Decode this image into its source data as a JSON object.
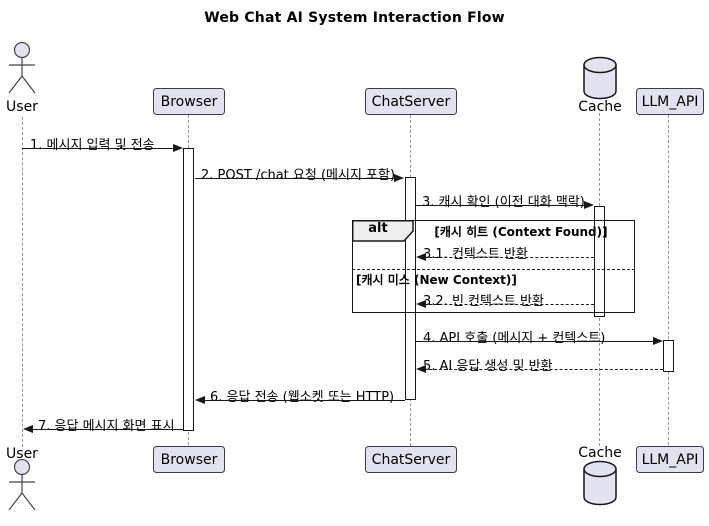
{
  "title": "Web Chat AI System Interaction Flow",
  "participants": [
    {
      "name": "User",
      "type": "actor"
    },
    {
      "name": "Browser",
      "type": "participant"
    },
    {
      "name": "ChatServer",
      "type": "participant"
    },
    {
      "name": "Cache",
      "type": "database"
    },
    {
      "name": "LLM_API",
      "type": "participant"
    }
  ],
  "messages": [
    {
      "label": "1. 메시지 입력 및 전송",
      "from": "User",
      "to": "Browser",
      "line": "solid"
    },
    {
      "label": "2. POST /chat 요청 (메시지 포함)",
      "from": "Browser",
      "to": "ChatServer",
      "line": "solid"
    },
    {
      "label": "3. 캐시 확인 (이전 대화 맥락)",
      "from": "ChatServer",
      "to": "Cache",
      "line": "solid"
    },
    {
      "label": "3.1. 컨텍스트 반환",
      "from": "Cache",
      "to": "ChatServer",
      "line": "dashed"
    },
    {
      "label": "3.2. 빈 컨텍스트 반환",
      "from": "Cache",
      "to": "ChatServer",
      "line": "dashed"
    },
    {
      "label": "4. API 호출 (메시지 + 컨텍스트)",
      "from": "ChatServer",
      "to": "LLM_API",
      "line": "solid"
    },
    {
      "label": "5. AI 응답 생성 및 반환",
      "from": "LLM_API",
      "to": "ChatServer",
      "line": "dashed"
    },
    {
      "label": "6. 응답 전송 (웹소켓 또는 HTTP)",
      "from": "ChatServer",
      "to": "Browser",
      "line": "solid"
    },
    {
      "label": "7. 응답 메시지 화면 표시",
      "from": "Browser",
      "to": "User",
      "line": "solid"
    }
  ],
  "alt_frame": {
    "operator": "alt",
    "guard_hit": "[캐시 히트 (Context Found)]",
    "guard_miss": "[캐시 미스 (New Context)]"
  },
  "colors": {
    "participant_fill": "#E2E2F0",
    "participant_border": "#181818",
    "lifeline": "#999999",
    "arrow": "#181818",
    "frame_border": "#181818",
    "frame_label_fill": "#EEEEEE",
    "background": "#FFFFFF"
  }
}
